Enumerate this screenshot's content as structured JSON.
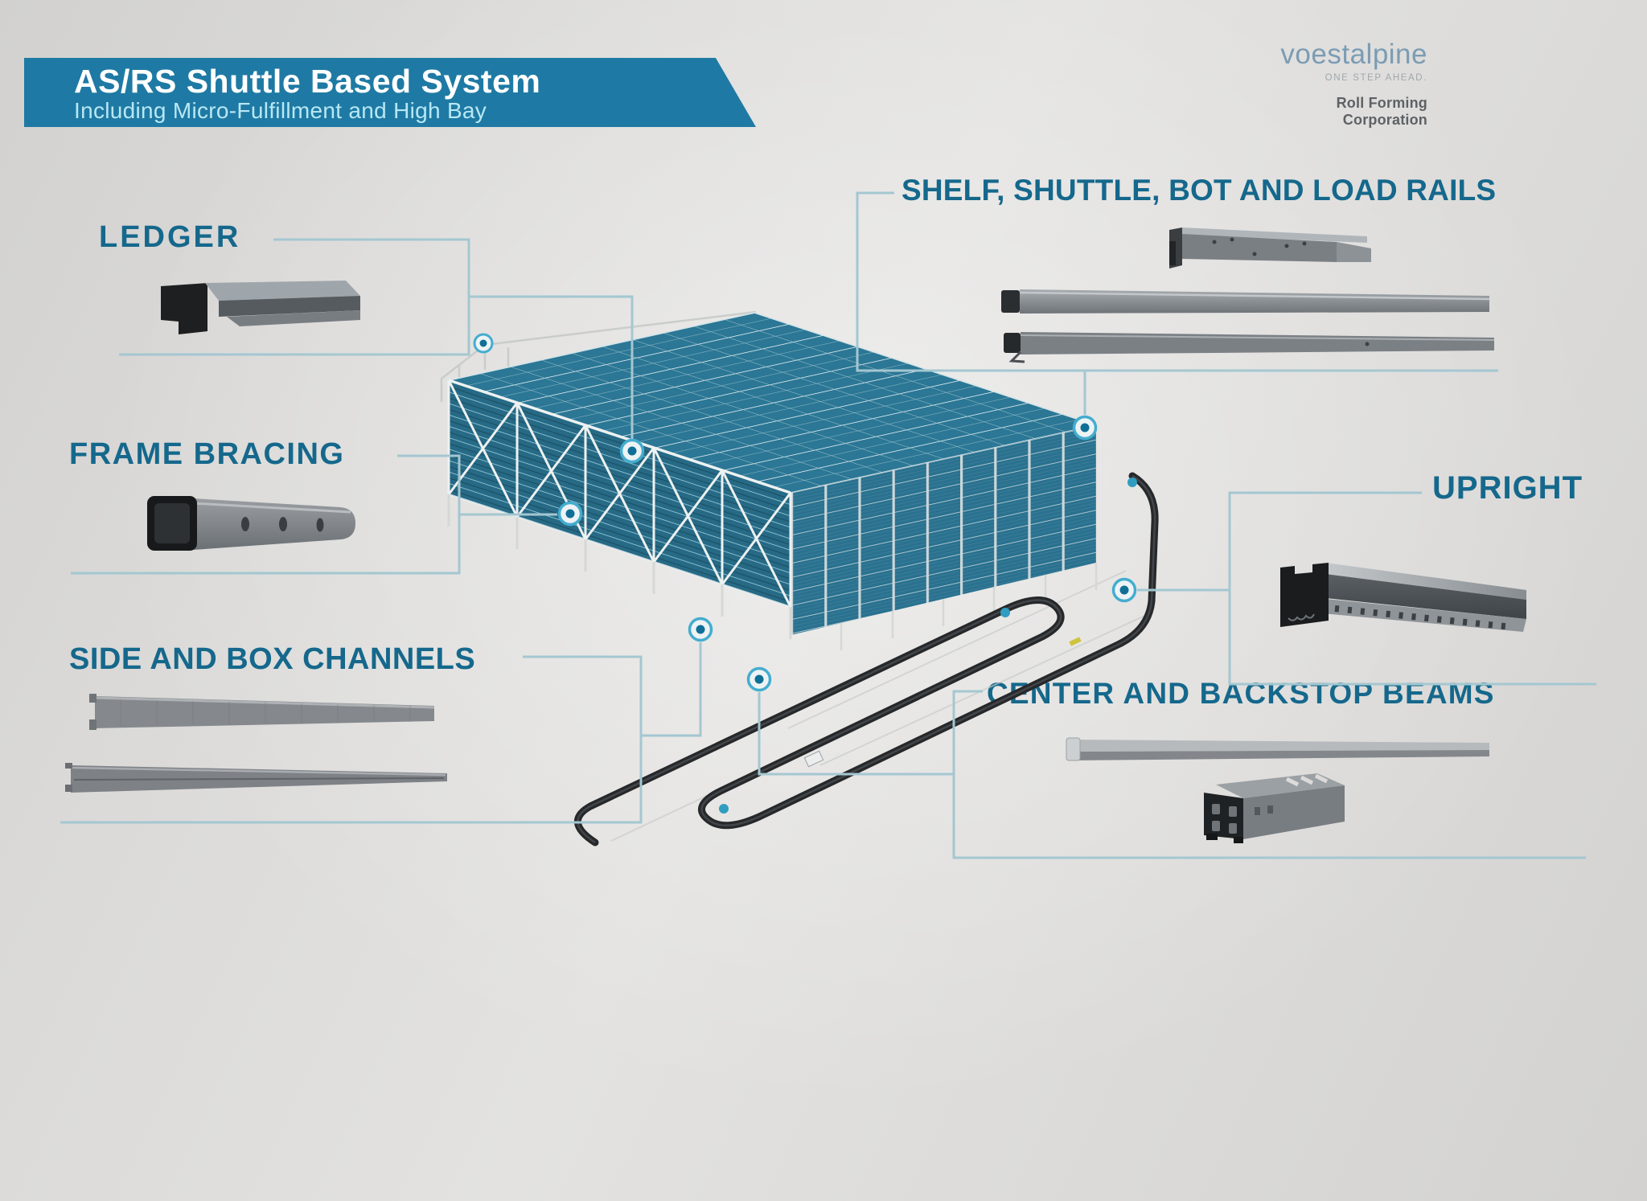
{
  "banner": {
    "title": "AS/RS Shuttle Based System",
    "subtitle": "Including Micro-Fulfillment and High Bay"
  },
  "brand": {
    "logo": "voestalpine",
    "tagline": "ONE STEP AHEAD.",
    "company": "Roll Forming Corporation"
  },
  "component_labels": {
    "ledger": "LEDGER",
    "frame_bracing": "FRAME BRACING",
    "side_box_channels": "SIDE AND BOX CHANNELS",
    "shelf_rails": "SHELF, SHUTTLE, BOT AND LOAD RAILS",
    "upright": "UPRIGHT",
    "center_backstop": "CENTER AND BACKSTOP BEAMS"
  },
  "colors": {
    "banner_bg": "#1e7aa4",
    "banner_title": "#ffffff",
    "banner_subtitle": "#b8e7f5",
    "label_text": "#15688c",
    "callout_line": "#a4c7d1",
    "dot_ring": "#44adcf",
    "dot_core": "#0f6f96",
    "rack_blue": "#2b7795",
    "logo_blue": "#7b9cb4",
    "company_text": "#5d6266",
    "conveyor_dark": "#26282a"
  }
}
